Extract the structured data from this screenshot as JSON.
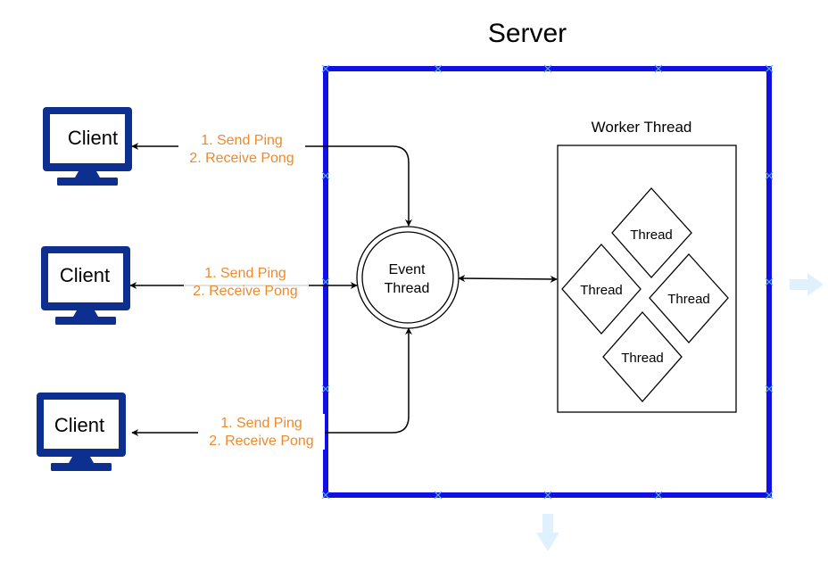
{
  "server": {
    "title": "Server"
  },
  "clients": [
    {
      "label": "Client"
    },
    {
      "label": "Client"
    },
    {
      "label": "Client"
    }
  ],
  "edges": [
    {
      "line1": "1. Send Ping",
      "line2": "2. Receive Pong"
    },
    {
      "line1": "1. Send Ping",
      "line2": "2. Receive Pong"
    },
    {
      "line1": "1. Send Ping",
      "line2": "2. Receive Pong"
    }
  ],
  "event_thread": {
    "line1": "Event",
    "line2": "Thread"
  },
  "worker": {
    "title": "Worker Thread",
    "threads": [
      "Thread",
      "Thread",
      "Thread",
      "Thread"
    ]
  },
  "colors": {
    "server_border": "#1010e6",
    "client_fill": "#0d2f8f",
    "edge_label": "#ef8a2c",
    "handle": "#dff1fc"
  }
}
